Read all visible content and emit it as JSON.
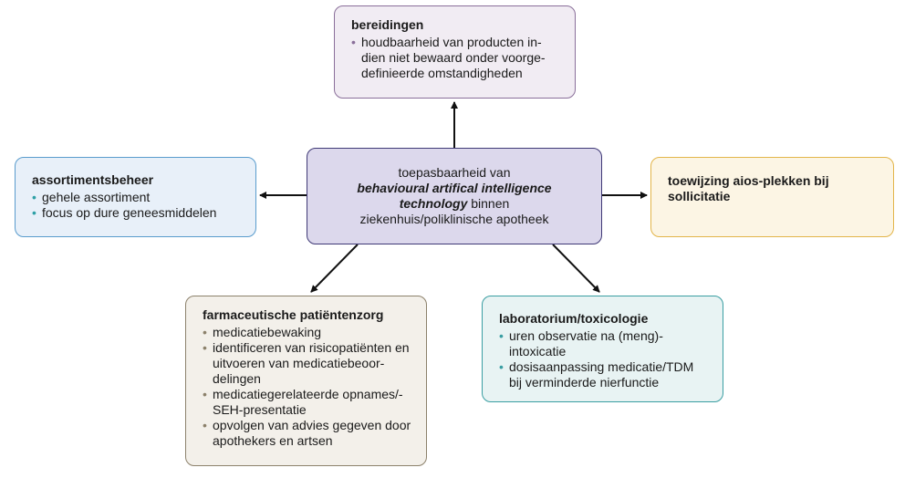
{
  "center": {
    "line1": "toepasbaarheid van",
    "line2_em": "behavioural artifical intelligence",
    "line3_em": "technology",
    "line3_rest": " binnen",
    "line4": "ziekenhuis/poliklinische apotheek"
  },
  "top": {
    "title": "bereidingen",
    "items": [
      "houdbaarheid van producten in-dien niet bewaard onder voorge-definieerde omstandigheden"
    ]
  },
  "left": {
    "title": "assortimentsbeheer",
    "items": [
      "gehele assortiment",
      "focus op dure geneesmiddelen"
    ]
  },
  "right": {
    "title": "toewijzing aios-plekken bij sollicitatie"
  },
  "bottom_left": {
    "title": "farmaceutische patiëntenzorg",
    "items": [
      "medicatiebewaking",
      "identificeren van risicopatiënten en uitvoeren van medicatiebeoor-delingen",
      "medicatiegerelateerde opnames/-SEH-presentatie",
      "opvolgen van advies gegeven door apothekers en artsen"
    ]
  },
  "bottom_right": {
    "title": "laboratorium/toxicologie",
    "items": [
      "uren observatie na (meng)-intoxicatie",
      "dosisaanpassing medicatie/TDM bij verminderde nierfunctie"
    ]
  },
  "colors": {
    "center_border": "#3f3976",
    "top_border": "#8a6f9a",
    "left_border": "#5a9ccd",
    "right_border": "#e3b54a",
    "bottom_left_border": "#8c816b",
    "bottom_right_border": "#3a9ea2"
  }
}
